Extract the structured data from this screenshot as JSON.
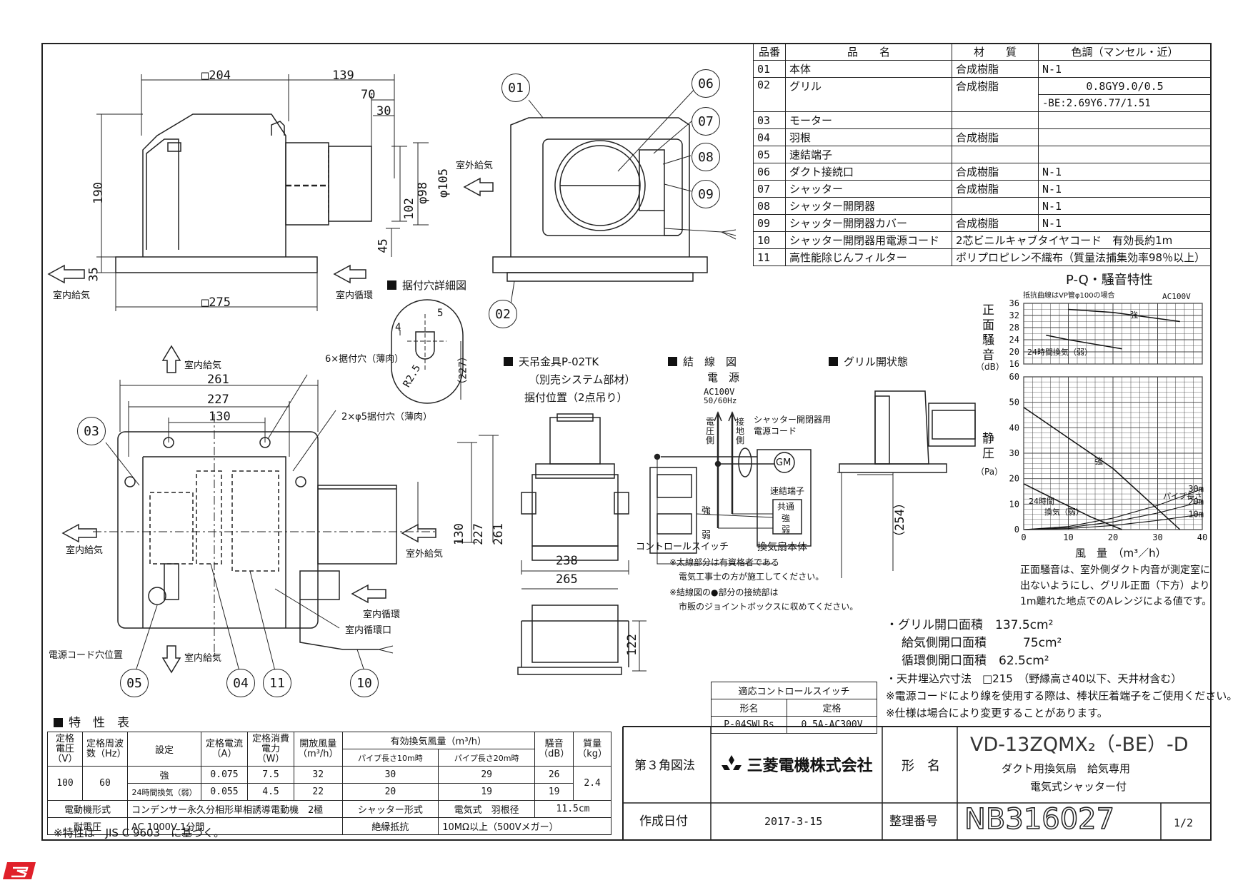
{
  "parts_table": {
    "headers": [
      "品番",
      "品　　名",
      "材　　質",
      "色調（マンセル・近）"
    ],
    "rows": [
      {
        "no": "01",
        "name": "本体",
        "material": "合成樹脂",
        "color": "N-1"
      },
      {
        "no": "02",
        "name": "グリル",
        "material": "合成樹脂",
        "color": "0.8GY9.0/0.5",
        "color2": "-BE:2.69Y6.77/1.51"
      },
      {
        "no": "03",
        "name": "モーター",
        "material": "",
        "color": ""
      },
      {
        "no": "04",
        "name": "羽根",
        "material": "合成樹脂",
        "color": ""
      },
      {
        "no": "05",
        "name": "速結端子",
        "material": "",
        "color": ""
      },
      {
        "no": "06",
        "name": "ダクト接続口",
        "material": "合成樹脂",
        "color": "N-1"
      },
      {
        "no": "07",
        "name": "シャッター",
        "material": "合成樹脂",
        "color": "N-1"
      },
      {
        "no": "08",
        "name": "シャッター開閉器",
        "material": "",
        "color": "N-1"
      },
      {
        "no": "09",
        "name": "シャッター開閉器カバー",
        "material": "合成樹脂",
        "color": "N-1"
      },
      {
        "no": "10",
        "name": "シャッター開閉器用電源コード",
        "material": "2芯ビニルキャブタイヤコード　有効長約1m",
        "color": ""
      },
      {
        "no": "11",
        "name": "高性能除じんフィルター",
        "material": "ポリプロピレン不織布（質量法捕集効率98％以上）",
        "color": ""
      }
    ]
  },
  "labels": {
    "dim_204": "□204",
    "dim_139": "139",
    "dim_70": "70",
    "dim_30": "30",
    "dim_190": "190",
    "dim_102": "102",
    "dim_98": "φ98",
    "dim_105": "φ105",
    "dim_45": "45",
    "dim_35": "35",
    "dim_275": "□275",
    "dim_261": "261",
    "dim_227": "227",
    "dim_130": "130",
    "dim_130v": "130",
    "dim_227v": "227",
    "dim_261v": "261",
    "dim_238": "238",
    "dim_265": "265",
    "dim_122": "122",
    "dim_254": "（254）",
    "dim_227d": "（227）",
    "dim_4": "4",
    "dim_5": "5",
    "dim_r25": "R2.5",
    "outdoor_supply": "室外給気",
    "indoor_supply": "室内給気",
    "indoor_circ": "室内循環",
    "indoor_circ_port": "室内循環口",
    "mount_detail": "据付穴詳細図",
    "holes6": "6×据付穴（薄肉）",
    "holes2": "2×φ5据付穴（薄肉）",
    "cord_hole": "電源コード穴位置",
    "ceiling_hanger": "天吊金具P-02TK",
    "ceiling_sub": "（別売システム部材）",
    "ceiling_pos": "据付位置（2点吊り）",
    "wiring": "結　線　図",
    "power": "電　源",
    "ac": "AC100V",
    "hz": "50/60Hz",
    "voltage_side": "電圧側",
    "ground_side": "接地側",
    "shutter_cord": "シャッター開閉器用",
    "shutter_cord2": "電源コード",
    "gm": "GM",
    "terminal": "速結端子",
    "common": "共通",
    "strong": "強",
    "weak": "弱",
    "control_switch": "コントロールスイッチ",
    "fan_body": "換気扇本体",
    "note_bold": "※太線部分は有資格者である",
    "note_bold2": "電気工事士の方が施工してください。",
    "note_dot": "※結線図の●部分の接続部は",
    "note_dot2": "市販のジョイントボックスに収めてください。",
    "grille_open": "グリル開状態"
  },
  "chart_data": {
    "type": "line",
    "title": "P-Q・騒音特性",
    "note_top": "抵抗曲線はVP管φ100の場合",
    "ac": "AC100V",
    "xlabel": "風　量　（m³／h）",
    "ylabel_noise": "正面騒音",
    "ylabel_noise_unit": "（dB）",
    "ylabel_pressure": "静圧",
    "ylabel_pressure_unit": "（Pa）",
    "xlim": [
      0,
      40
    ],
    "x_ticks": [
      0,
      10,
      20,
      30,
      40
    ],
    "noise_ylim": [
      16,
      36
    ],
    "noise_ticks": [
      16,
      20,
      24,
      28,
      32,
      36
    ],
    "pressure_ylim": [
      0,
      60
    ],
    "pressure_ticks": [
      0,
      10,
      20,
      30,
      40,
      50,
      60
    ],
    "noise_series": [
      {
        "name": "強",
        "x": [
          10,
          20,
          30,
          35
        ],
        "y": [
          34,
          33,
          31,
          30
        ]
      },
      {
        "name": "24時間換気（弱）",
        "x": [
          5,
          10,
          18,
          22
        ],
        "y": [
          25.5,
          24,
          22,
          21
        ]
      }
    ],
    "pq_series": [
      {
        "name": "強",
        "x": [
          0,
          10,
          20,
          30,
          35
        ],
        "y": [
          48,
          36,
          24,
          8,
          0
        ]
      },
      {
        "name": "24時間換気（弱）",
        "x": [
          0,
          8,
          15,
          22
        ],
        "y": [
          18,
          11,
          5,
          0
        ]
      }
    ],
    "resistance_curves": [
      {
        "name": "30m",
        "x": [
          0,
          10,
          20,
          30,
          40
        ],
        "y": [
          0,
          1.2,
          4.5,
          9.5,
          16
        ]
      },
      {
        "name": "20m",
        "x": [
          0,
          10,
          20,
          30,
          40
        ],
        "y": [
          0,
          0.8,
          3,
          6.5,
          11
        ]
      },
      {
        "name": "10m",
        "x": [
          0,
          10,
          20,
          30,
          40
        ],
        "y": [
          0,
          0.4,
          1.6,
          3.6,
          6
        ]
      }
    ],
    "pipe_length_label": "パイプ長さ",
    "label_strong": "強",
    "label_weak1": "24時間",
    "label_weak2": "換気（弱）",
    "label_weak_noise": "24時間換気（弱）"
  },
  "chart_notes": [
    "正面騒音は、室外側ダクト内音が測定室に",
    "出ないようにし、グリル正面（下方）より",
    "1m離れた地点でのAレンジによる値です。"
  ],
  "spec_notes": {
    "grille": "・グリル開口面積　137.5cm²",
    "supply": "給気側開口面積　　　75cm²",
    "circ": "循環側開口面積　62.5cm²",
    "ceiling": "・天井埋込穴寸法　□215　（野縁高さ40以下、天井材含む）",
    "cord": "※電源コードにより線を使用する際は、棒状圧着端子をご使用ください。",
    "change": "※仕様は場合により変更することがあります。"
  },
  "switch_table": {
    "title": "適応コントロールスイッチ",
    "h_model": "形名",
    "h_rating": "定格",
    "model": "P-04SWLBs",
    "rating": "0.5A-AC300V"
  },
  "characteristics": {
    "title": "特　性　表",
    "headers": {
      "voltage": "定格電圧（V）",
      "freq": "定格周波数（Hz）",
      "setting": "設定",
      "current": "定格電流（A）",
      "power": "定格消費電力（W）",
      "open_air": "開放風量（m³/h）",
      "eff_air": "有効換気風量（m³/h）",
      "pipe10": "パイプ長さ10m時",
      "pipe20": "パイプ長さ20m時",
      "noise": "騒音（dB）",
      "mass": "質量（kg）"
    },
    "voltage": "100",
    "freq": "60",
    "mass": "2.4",
    "rows": [
      {
        "setting": "強",
        "current": "0.075",
        "power": "7.5",
        "open_air": "32",
        "pipe10": "30",
        "pipe20": "29",
        "noise": "26"
      },
      {
        "setting": "24時間換気（弱）",
        "current": "0.055",
        "power": "4.5",
        "open_air": "22",
        "pipe10": "20",
        "pipe20": "19",
        "noise": "19"
      }
    ],
    "motor_label": "電動機形式",
    "motor": "コンデンサー永久分相形単相誘導電動機　2極",
    "shutter_label": "シャッター形式",
    "shutter": "電気式",
    "blade_label": "羽根径",
    "blade": "11.5cm",
    "withstand_label": "耐電圧",
    "withstand": "AC 1000V 1分間",
    "insul_label": "絶縁抵抗",
    "insul": "10MΩ以上（500Vメガー）",
    "footnote": "※特性は　JIS C 9603　に基づく。"
  },
  "title_block": {
    "projection": "第３角図法",
    "company": "三菱電機株式会社",
    "model_label": "形　名",
    "model": "VD-13ZQMX₂（-BE）-D",
    "desc1": "ダクト用換気扇　給気専用",
    "desc2": "電気式シャッター付",
    "date_label": "作成日付",
    "date": "2017-3-15",
    "number_label": "整理番号",
    "number": "NB316027",
    "page": "1/2"
  },
  "callouts": [
    "01",
    "02",
    "03",
    "04",
    "05",
    "06",
    "07",
    "08",
    "09",
    "10",
    "11"
  ],
  "colors": {
    "logo": "#e0202a",
    "line": "#222222"
  }
}
